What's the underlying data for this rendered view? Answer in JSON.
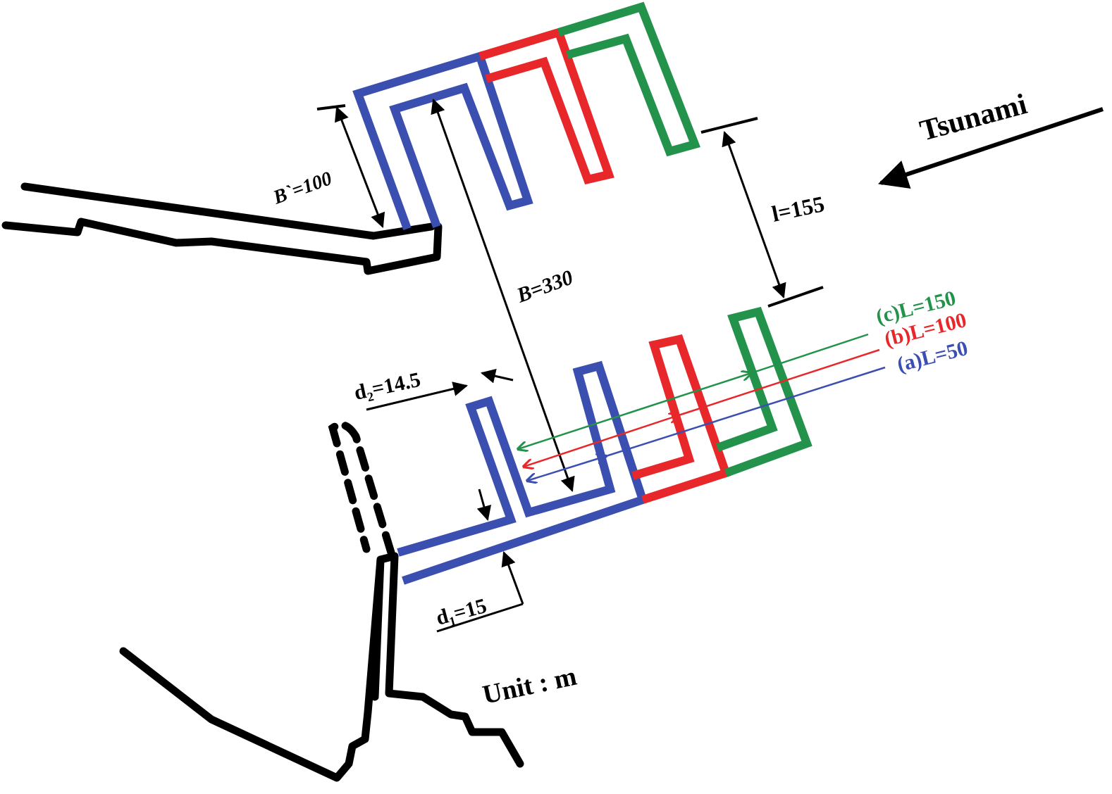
{
  "labels": {
    "tsunami": "Tsunami",
    "unit": "Unit : m",
    "b_prime": "B`=100",
    "b": "B=330",
    "l": "l=155",
    "d2": "d₂=14.5",
    "d1": "d₁=15"
  },
  "legend": [
    {
      "text": "(c)L=150",
      "color": "#23924a"
    },
    {
      "text": "(b)L=100",
      "color": "#e8272a"
    },
    {
      "text": "(a)L=50",
      "color": "#3b4fb0"
    }
  ]
}
